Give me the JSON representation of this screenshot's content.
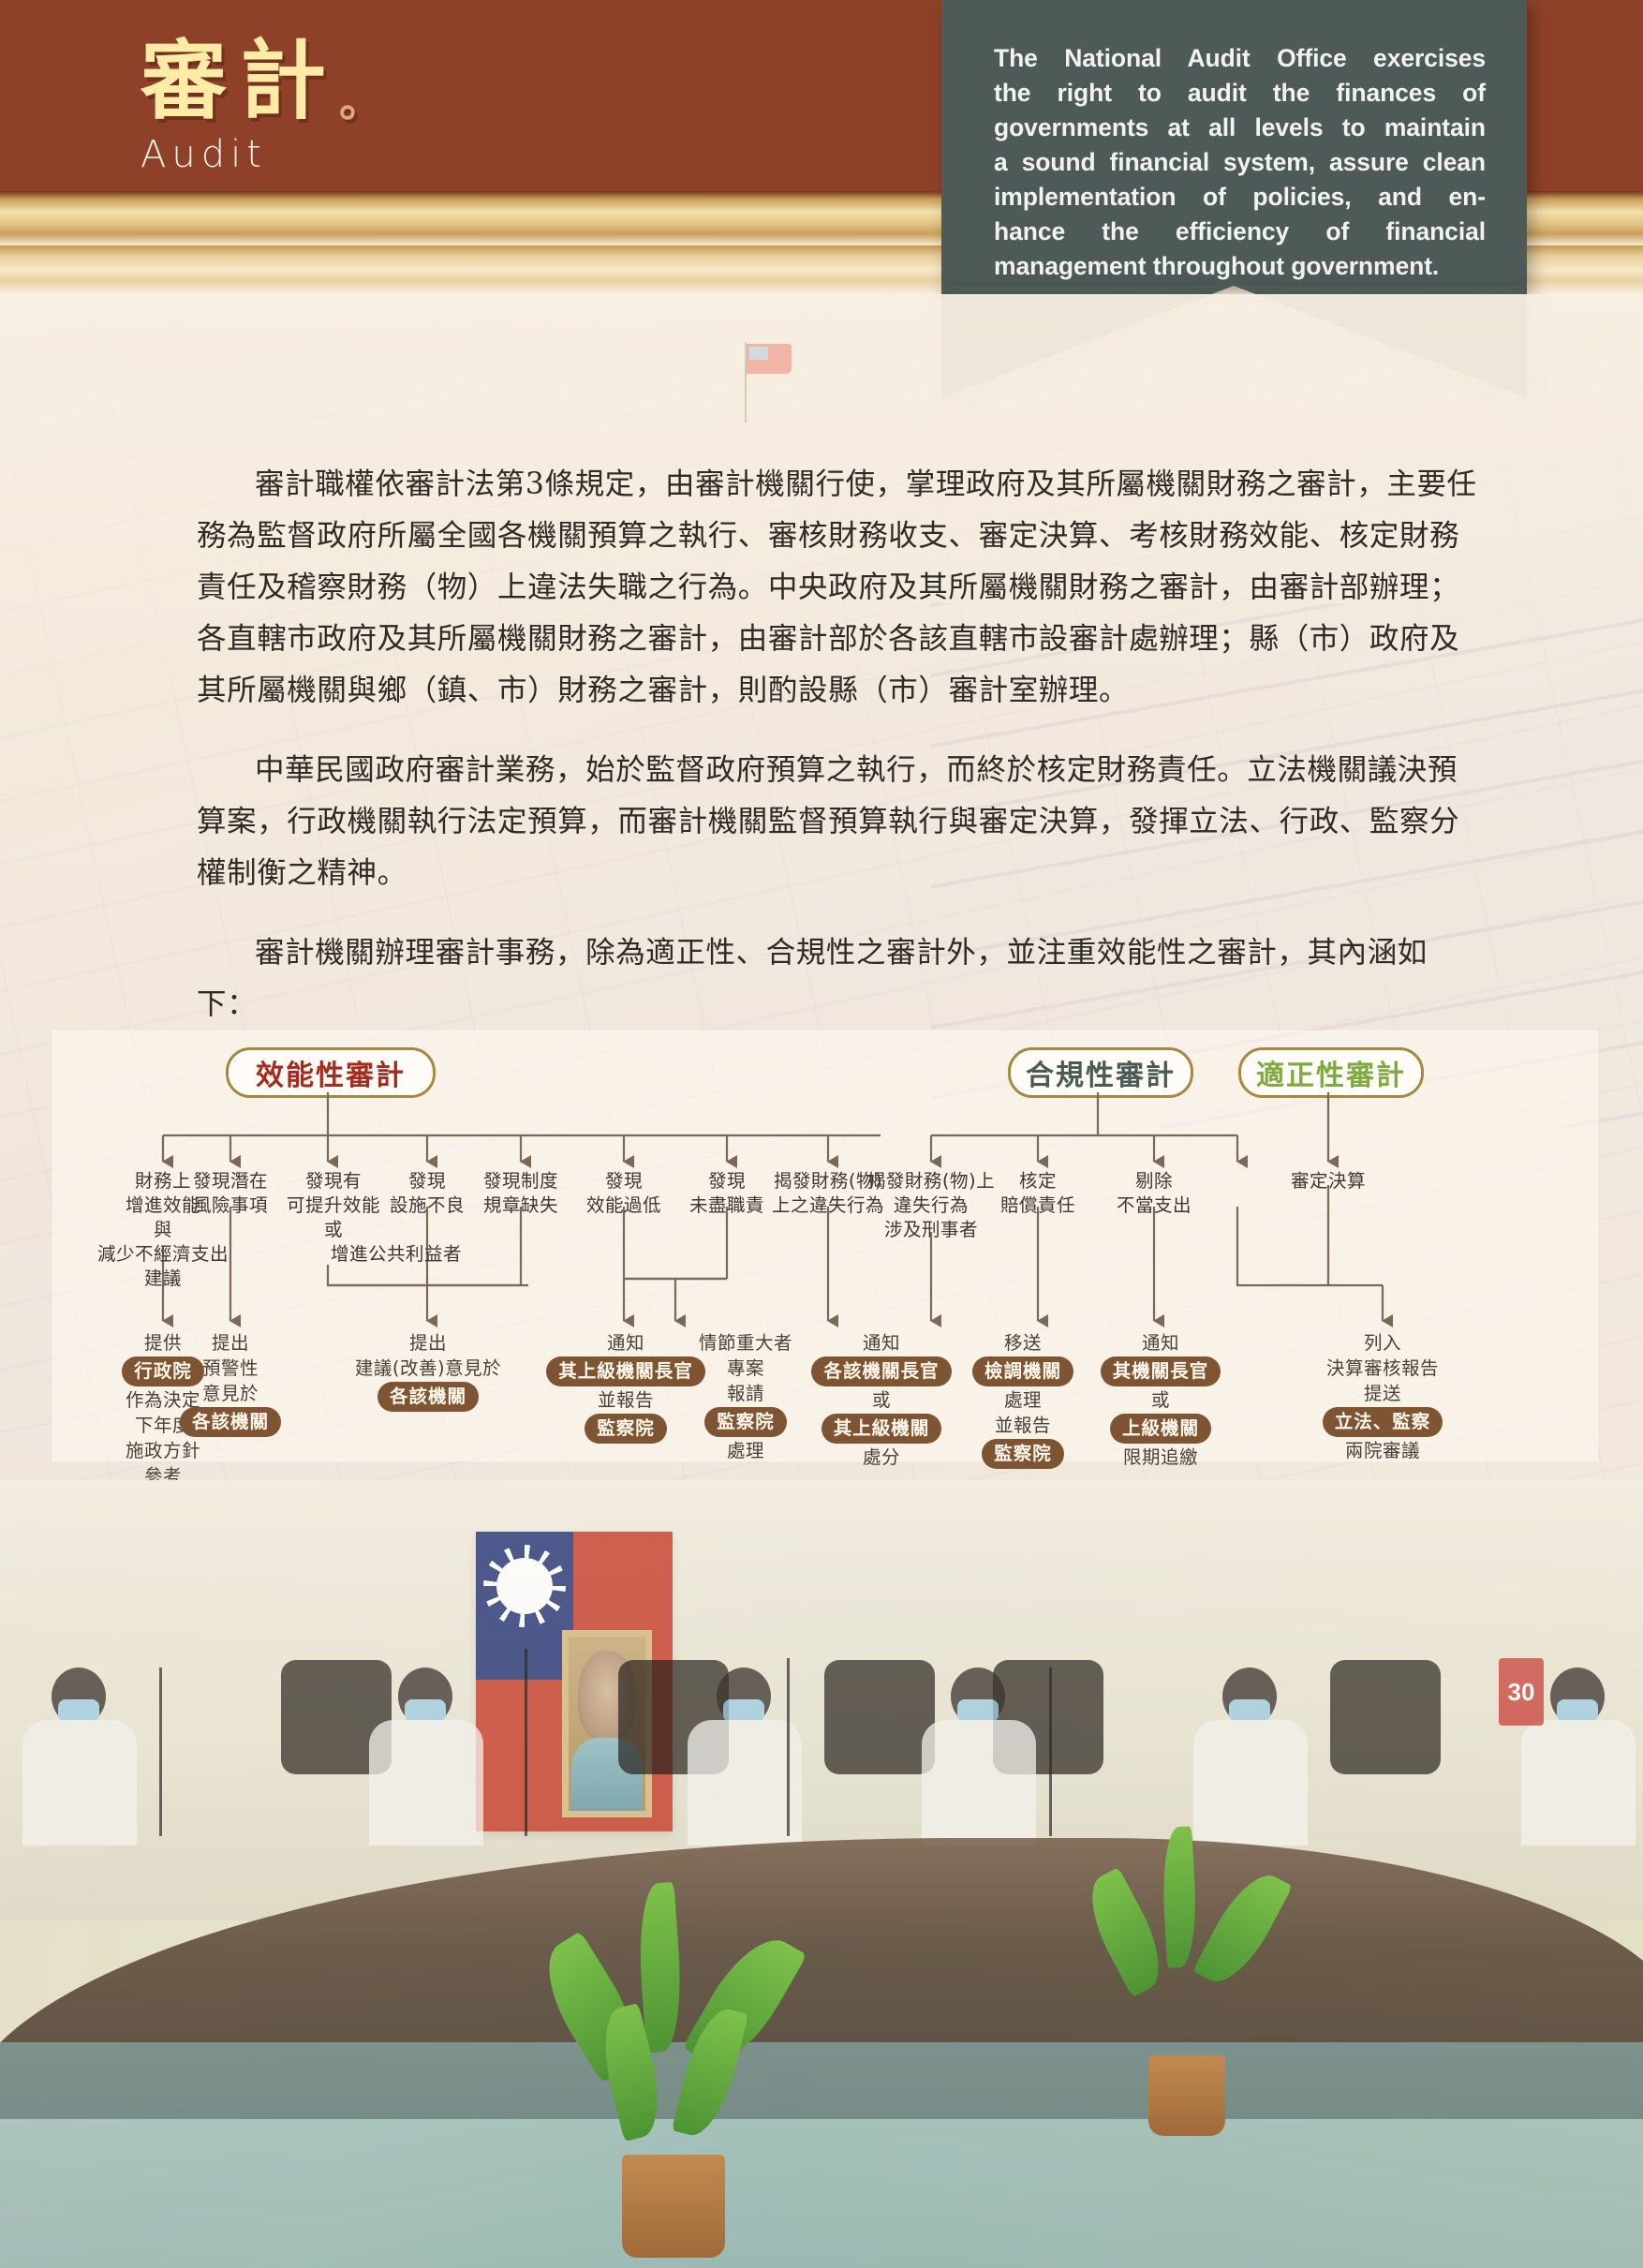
{
  "header": {
    "logo_cn": "審計",
    "logo_dot": "。",
    "logo_en": "Audit"
  },
  "mission": {
    "lines": [
      "The National Audit Office exercises",
      "the right to audit the finances of",
      "governments at all levels to maintain",
      "a sound financial system, assure clean",
      "implementation of policies, and en-",
      "hance the efficiency of financial",
      "management throughout government."
    ]
  },
  "body": {
    "paragraphs": [
      "審計職權依審計法第3條規定，由審計機關行使，掌理政府及其所屬機關財務之審計，主要任務為監督政府所屬全國各機關預算之執行、審核財務收支、審定決算、考核財務效能、核定財務責任及稽察財務（物）上違法失職之行為。中央政府及其所屬機關財務之審計，由審計部辦理；各直轄市政府及其所屬機關財務之審計，由審計部於各該直轄市設審計處辦理；縣（市）政府及其所屬機關與鄉（鎮、市）財務之審計，則酌設縣（市）審計室辦理。",
      "中華民國政府審計業務，始於監督政府預算之執行，而終於核定財務責任。立法機關議決預算案，行政機關執行法定預算，而審計機關監督預算執行與審定決算，發揮立法、行政、監察分權制衡之精神。",
      "審計機關辦理審計事務，除為適正性、合規性之審計外，並注重效能性之審計，其內涵如下："
    ]
  },
  "diagram": {
    "titles": {
      "effectiveness": "效能性審計",
      "compliance": "合規性審計",
      "propriety": "適正性審計"
    },
    "colors": {
      "effectiveness": "#a62a1d",
      "compliance": "#4a5a55",
      "propriety": "#7eaa42",
      "chip": "#7e5433",
      "line": "#7a6a55",
      "pill_border": "#a8873f"
    },
    "nodes": [
      {
        "id": "n1",
        "lines": [
          "財務上",
          "增進效能",
          "與",
          "減少不經濟支出",
          "建議"
        ]
      },
      {
        "id": "n2",
        "lines": [
          "發現潛在",
          "風險事項"
        ]
      },
      {
        "id": "n3",
        "lines": [
          "發現有",
          "可提升效能",
          "或",
          "增進公共利益者"
        ]
      },
      {
        "id": "n4",
        "lines": [
          "發現",
          "設施不良"
        ]
      },
      {
        "id": "n5",
        "lines": [
          "發現制度",
          "規章缺失"
        ]
      },
      {
        "id": "n6",
        "lines": [
          "發現",
          "效能過低"
        ]
      },
      {
        "id": "n7",
        "lines": [
          "發現",
          "未盡職責"
        ]
      },
      {
        "id": "n8",
        "lines": [
          "揭發財務(物)",
          "上之違失行為"
        ]
      },
      {
        "id": "n9",
        "lines": [
          "揭發財務(物)上",
          "違失行為",
          "涉及刑事者"
        ]
      },
      {
        "id": "n10",
        "lines": [
          "核定",
          "賠償責任"
        ]
      },
      {
        "id": "n11",
        "lines": [
          "剔除",
          "不當支出"
        ]
      },
      {
        "id": "n12",
        "lines": [
          "審定決算"
        ]
      }
    ],
    "actions": [
      {
        "id": "a1",
        "parts": [
          {
            "t": "提供",
            "chip": false
          },
          {
            "t": "行政院",
            "chip": true
          },
          {
            "t": "作為決定",
            "chip": false
          },
          {
            "t": "下年度",
            "chip": false
          },
          {
            "t": "施政方針",
            "chip": false
          },
          {
            "t": "參考",
            "chip": false
          }
        ]
      },
      {
        "id": "a2",
        "parts": [
          {
            "t": "提出",
            "chip": false
          },
          {
            "t": "預警性",
            "chip": false
          },
          {
            "t": "意見於",
            "chip": false
          },
          {
            "t": "各該機關",
            "chip": true
          }
        ]
      },
      {
        "id": "a3",
        "parts": [
          {
            "t": "提出",
            "chip": false
          },
          {
            "t": "建議(改善)意見於",
            "chip": false
          },
          {
            "t": "各該機關",
            "chip": true
          }
        ]
      },
      {
        "id": "a4",
        "parts": [
          {
            "t": "通知",
            "chip": false
          },
          {
            "t": "其上級機關長官",
            "chip": true
          },
          {
            "t": "並報告",
            "chip": false
          },
          {
            "t": "監察院",
            "chip": true
          }
        ]
      },
      {
        "id": "a5",
        "parts": [
          {
            "t": "情節重大者",
            "chip": false
          },
          {
            "t": "專案",
            "chip": false
          },
          {
            "t": "報請",
            "chip": false
          },
          {
            "t": "監察院",
            "chip": true
          },
          {
            "t": "處理",
            "chip": false
          }
        ]
      },
      {
        "id": "a6",
        "parts": [
          {
            "t": "通知",
            "chip": false
          },
          {
            "t": "各該機關長官",
            "chip": true
          },
          {
            "t": "或",
            "chip": false
          },
          {
            "t": "其上級機關",
            "chip": true
          },
          {
            "t": "處分",
            "chip": false
          }
        ]
      },
      {
        "id": "a7",
        "parts": [
          {
            "t": "移送",
            "chip": false
          },
          {
            "t": "檢調機關",
            "chip": true
          },
          {
            "t": "處理",
            "chip": false
          },
          {
            "t": "並報告",
            "chip": false
          },
          {
            "t": "監察院",
            "chip": true
          }
        ]
      },
      {
        "id": "a8",
        "parts": [
          {
            "t": "通知",
            "chip": false
          },
          {
            "t": "其機關長官",
            "chip": true
          },
          {
            "t": "或",
            "chip": false
          },
          {
            "t": "上級機關",
            "chip": true
          },
          {
            "t": "限期追繳",
            "chip": false
          }
        ]
      },
      {
        "id": "a9",
        "parts": [
          {
            "t": "列入",
            "chip": false
          },
          {
            "t": "決算審核報告",
            "chip": false
          },
          {
            "t": "提送",
            "chip": false
          },
          {
            "t": "立法、監察",
            "chip": true
          },
          {
            "t": "兩院審議",
            "chip": false
          }
        ]
      }
    ]
  },
  "photo": {
    "speed_sign": "30"
  }
}
